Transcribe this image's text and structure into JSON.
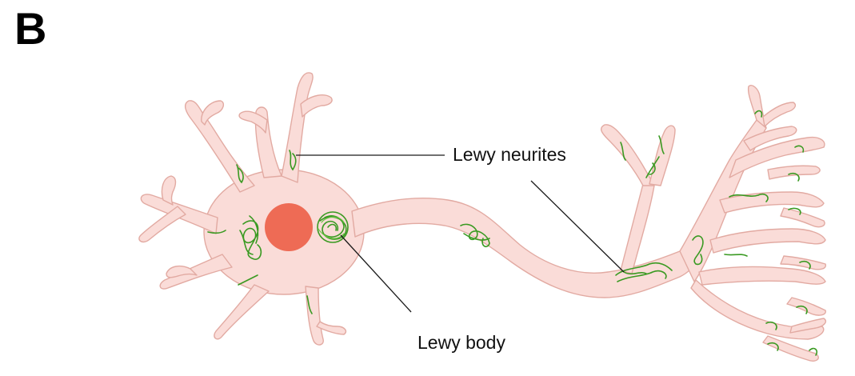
{
  "panel_label": "B",
  "labels": {
    "lewy_neurites": "Lewy neurites",
    "lewy_body": "Lewy body"
  },
  "colors": {
    "cell": "#fadcd8",
    "cell_outline": "#e2aaa2",
    "nucleus": "#ee6b55",
    "aggregates": "#3a9a22",
    "leader_line": "#1a1a1a"
  }
}
